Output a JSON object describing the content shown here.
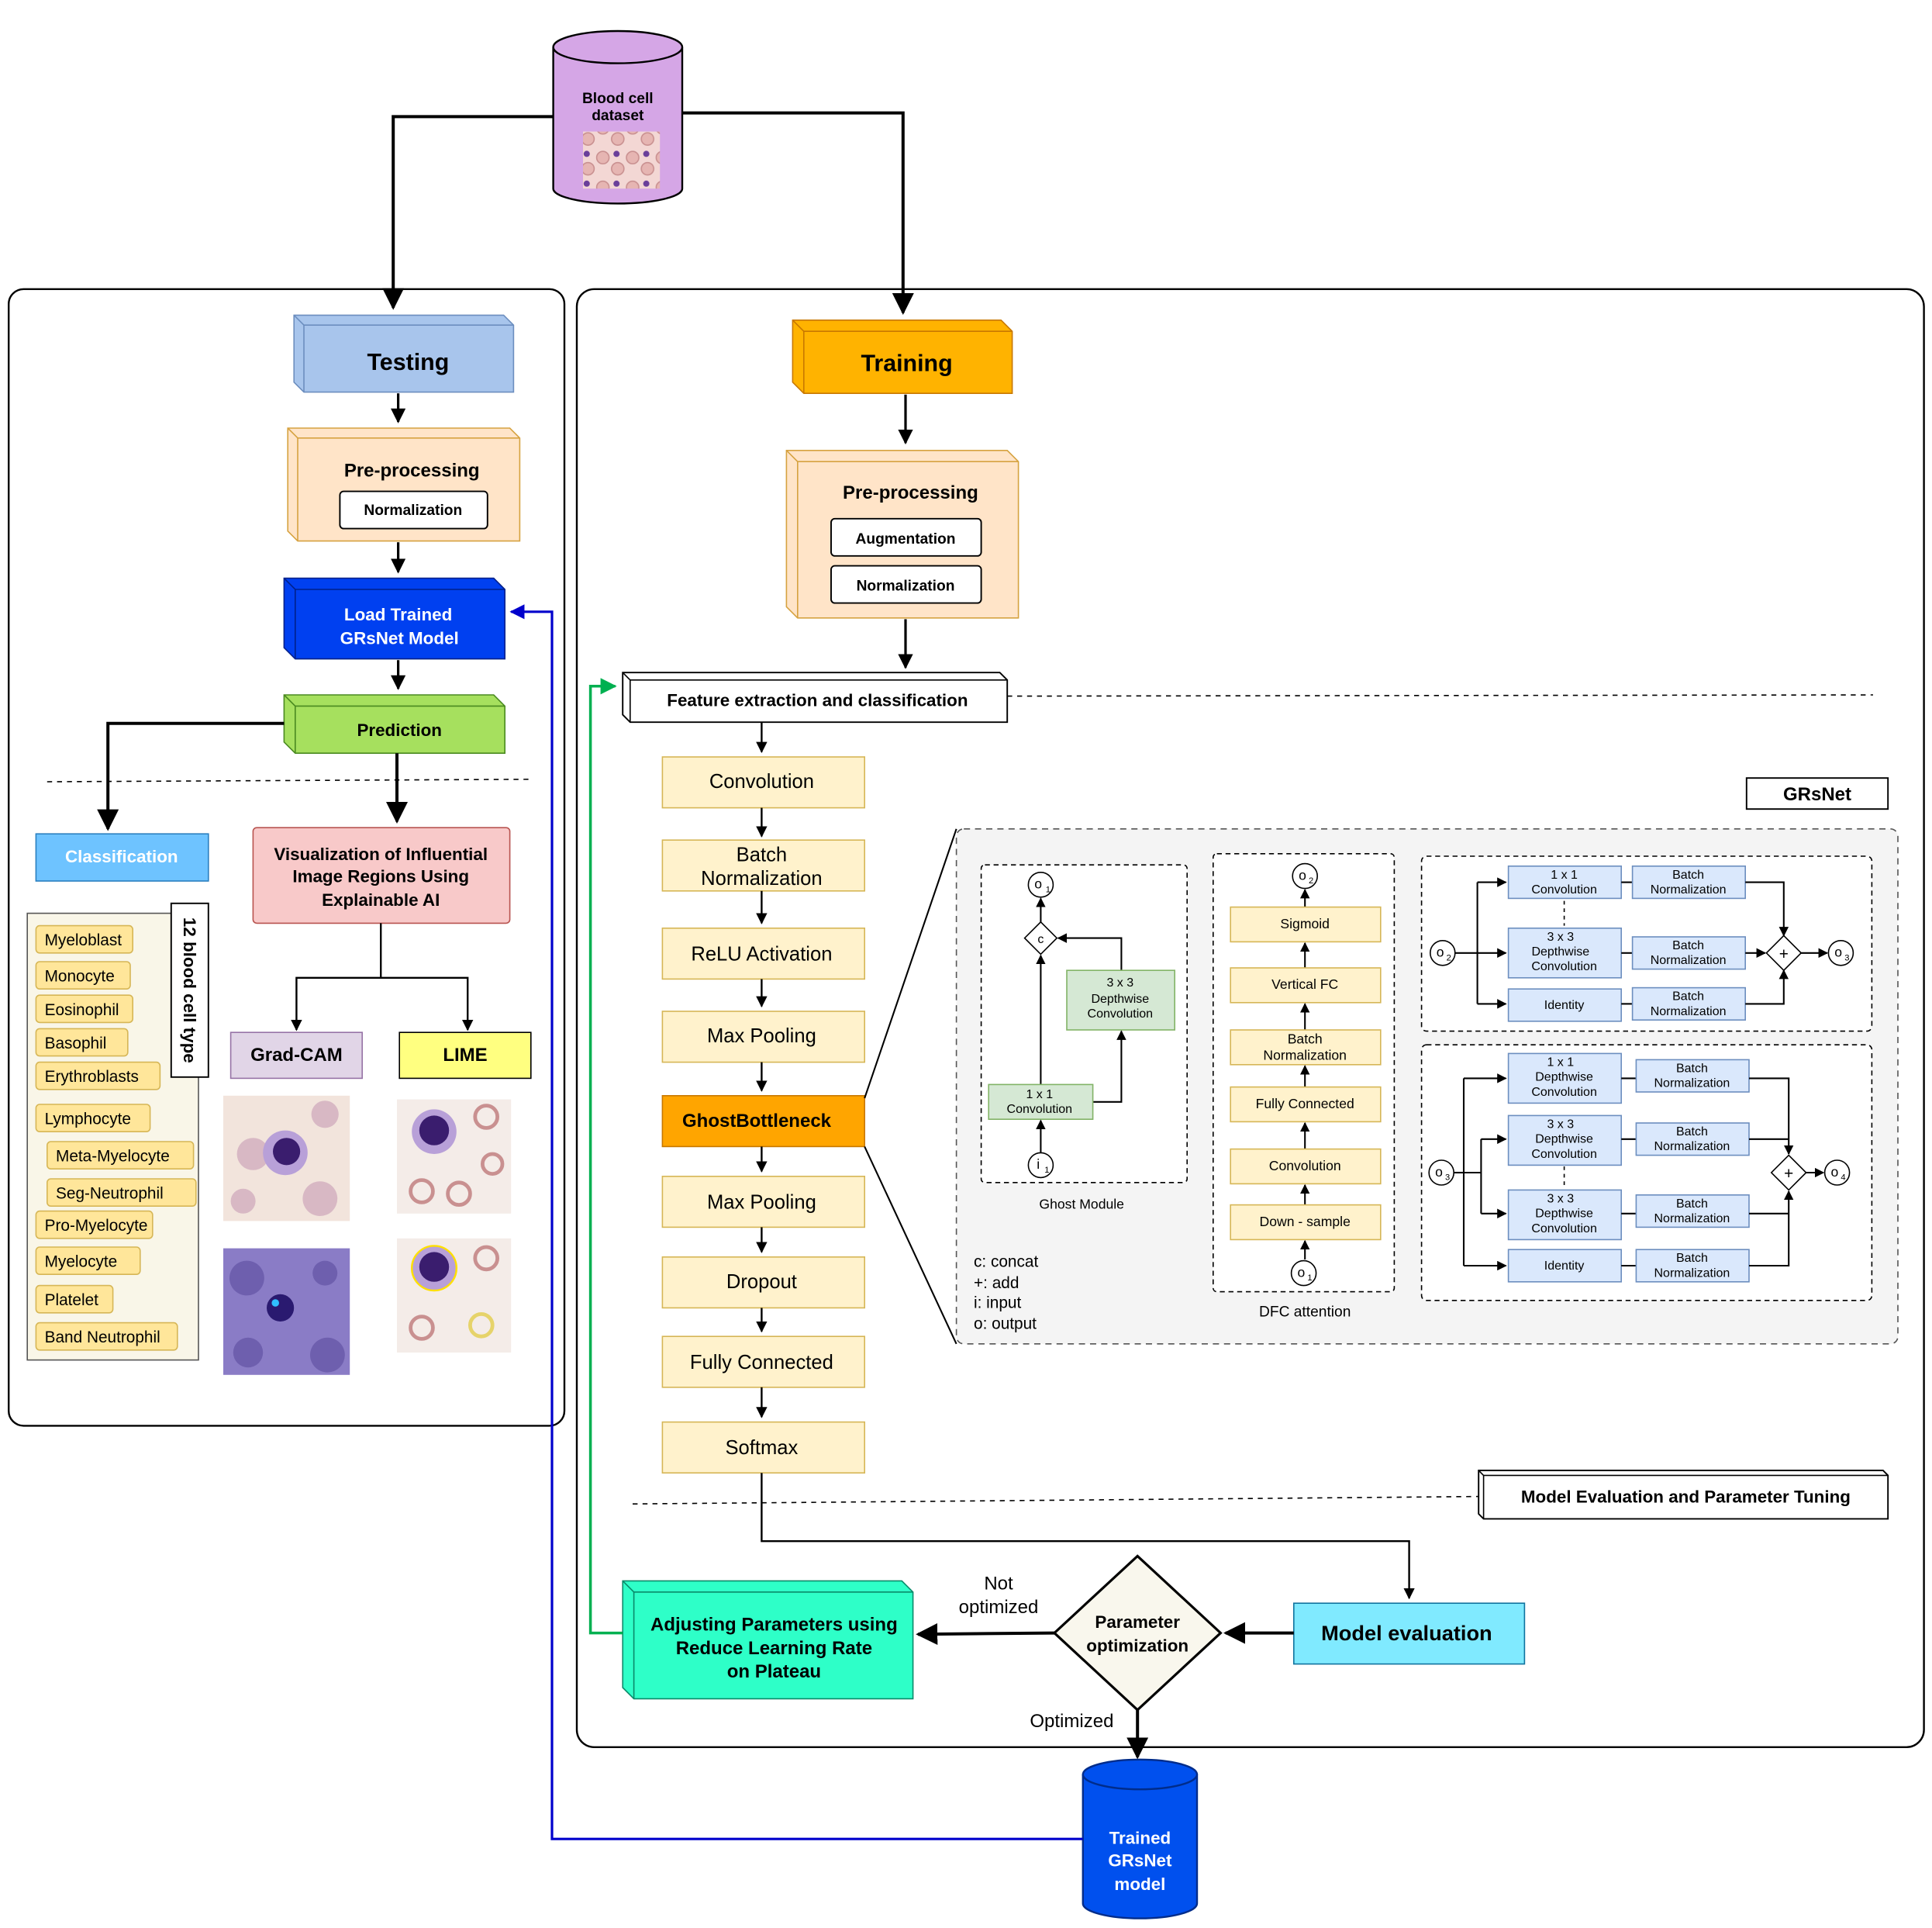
{
  "dataset": {
    "line1": "Blood cell",
    "line2": "dataset"
  },
  "testing": {
    "title": "Testing",
    "preprocessing": {
      "title": "Pre-processing",
      "normalization": "Normalization"
    },
    "load_model": {
      "line1": "Load Trained",
      "line2": "GRsNet Model"
    },
    "prediction": "Prediction",
    "classification": "Classification",
    "visualization": {
      "line1": "Visualization of Influential",
      "line2": "Image Regions Using",
      "line3": "Explainable AI"
    },
    "gradcam": "Grad-CAM",
    "lime": "LIME",
    "cell_types_label": "12 blood cell type",
    "cell_types": [
      "Myeloblast",
      "Monocyte",
      "Eosinophil",
      "Basophil",
      "Erythroblasts",
      "Lymphocyte",
      "Meta-Myelocyte",
      "Seg-Neutrophil",
      "Pro-Myelocyte",
      "Myelocyte",
      "Platelet",
      "Band Neutrophil"
    ]
  },
  "training": {
    "title": "Training",
    "preprocessing": {
      "title": "Pre-processing",
      "augmentation": "Augmentation",
      "normalization": "Normalization"
    },
    "feature_extraction": "Feature extraction and classification",
    "layers": {
      "convolution": "Convolution",
      "batch_norm_1": "Batch",
      "batch_norm_2": "Normalization",
      "relu": "ReLU Activation",
      "max_pooling_1": "Max Pooling",
      "ghost_bottleneck": "GhostBottleneck",
      "max_pooling_2": "Max Pooling",
      "dropout": "Dropout",
      "fully_connected": "Fully Connected",
      "softmax": "Softmax"
    }
  },
  "grsnet": {
    "title": "GRsNet",
    "ghost_module": {
      "label": "Ghost Module",
      "conv1x1_1": "1 x 1",
      "conv1x1_2": "Convolution",
      "dw_1": "3 x 3",
      "dw_2": "Depthwise",
      "dw_3": "Convolution",
      "concat": "c",
      "in": "i",
      "in_sub": "1",
      "out": "o",
      "out_sub": "1"
    },
    "legend": [
      "c: concat",
      "+: add",
      "i: input",
      "o: output"
    ],
    "dfc": {
      "label": "DFC attention",
      "sigmoid": "Sigmoid",
      "vertical_fc": "Vertical FC",
      "bn_1": "Batch",
      "bn_2": "Normalization",
      "fully_connected": "Fully Connected",
      "convolution": "Convolution",
      "downsample": "Down - sample",
      "in": "o",
      "in_sub": "1",
      "out": "o",
      "out_sub": "2"
    },
    "block1": {
      "conv_1": "1 x 1",
      "conv_2": "Convolution",
      "dw_1": "3 x 3",
      "dw_2": "Depthwise",
      "dw_3": "Convolution",
      "identity": "Identity",
      "bn_1": "Batch",
      "bn_2": "Normalization",
      "plus": "+",
      "in": "o",
      "in_sub": "2",
      "out": "o",
      "out_sub": "3"
    },
    "block2": {
      "conv_1": "1 x 1",
      "conv_2": "Convolution",
      "dw_1": "3 x 3",
      "dw_2": "Depthwise",
      "dw_3": "Convolution",
      "identity": "Identity",
      "bn_1": "Batch",
      "bn_2": "Normalization",
      "plus": "+",
      "in": "o",
      "in_sub": "3",
      "out": "o",
      "out_sub": "4"
    }
  },
  "evaluation": {
    "section_label": "Model Evaluation and Parameter Tuning",
    "model_evaluation": "Model evaluation",
    "parameter_opt": {
      "line1": "Parameter",
      "line2": "optimization"
    },
    "not_optimized": {
      "line1": "Not",
      "line2": "optimized"
    },
    "optimized": "Optimized",
    "adjusting": {
      "line1": "Adjusting Parameters using",
      "line2": "Reduce Learning Rate",
      "line3": "on Plateau"
    }
  },
  "trained_model": {
    "line1": "Trained",
    "line2": "GRsNet",
    "line3": "model"
  },
  "colors": {
    "testing": "#a8c5ec",
    "training": "#ffb300",
    "preprocessing": "#ffe4c8",
    "load_model": "#0040f0",
    "prediction": "#a6e05e",
    "classification": "#6ec3ff",
    "visualization": "#f8c9c9",
    "gradcam": "#e1d5e7",
    "lime": "#ffff80",
    "layer": "#fff2cc",
    "ghost": "#ffa500",
    "module_green": "#d5e8d4",
    "module_blue": "#dae8fc",
    "model_eval": "#80eaff",
    "adjusting": "#2effc8",
    "trained_model": "#0050ee",
    "dataset": "#d5a6e6"
  }
}
